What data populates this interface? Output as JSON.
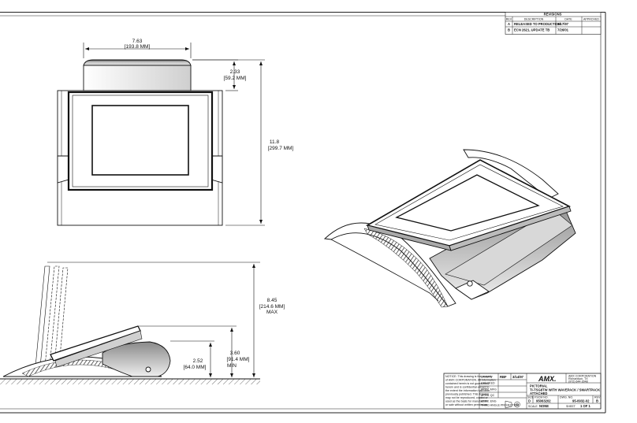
{
  "revisions": {
    "title": "REVISIONS",
    "headers": [
      "REV",
      "DESCRIPTION",
      "DATE",
      "APPROVED"
    ],
    "rows": [
      {
        "rev": "A",
        "description": "RELEASED TO PRODUCTION",
        "date": "3/17/97",
        "approved": ""
      },
      {
        "rev": "B",
        "description": "ECN 2621, UPDATE TB",
        "date": "7/26/01",
        "approved": ""
      }
    ]
  },
  "dimensions": {
    "width_in": "7.63",
    "width_mm": "[193.8 MM]",
    "top_in": "2.33",
    "top_mm": "[59.2 MM]",
    "height_in": "11.8",
    "height_mm": "[299.7 MM]",
    "max_in": "8.45",
    "max_mm": "[214.6 MM]",
    "max_label": "MAX",
    "base_in": "2.52",
    "base_mm": "[64.0 MM]",
    "min_in": "3.60",
    "min_mm": "[91.4 MM]",
    "min_label": "MIN"
  },
  "title_block": {
    "notice": [
      "NOTICE: This drawing is the property",
      "of AMX CORPORATION. All information",
      "contained herein is not guaranteed",
      "herein and is confidential except to",
      "the extent the information has been",
      "previously published. This drawing",
      "may not be reproduced, copied or",
      "used as the basis for manufacture",
      "or sale without written permission."
    ],
    "drawn_label": "DRAWN",
    "drawn_by": "RBF",
    "drawn_date": "3/14/97",
    "checked_label": "CHECKED",
    "appr_label": "APPR. MFG",
    "appr2_label": "APPR. QC",
    "appr3_label": "APPR. ENG",
    "logo": "AMX.",
    "company": [
      "AMX CORPORATION",
      "Richardson, TX",
      "(972) 644-3048"
    ],
    "title_lines": [
      "PICTORIAL",
      "TI-TSG8TW WITH WAVEPACK / SMARTPACK",
      "ATTACHED"
    ],
    "size_label": "SIZE",
    "size": "D",
    "fscm_label": "FSCM NO.",
    "fscm": "95063202",
    "dwg_label": "DWG. NO.",
    "dwg_no": "95-0932-02",
    "rev_label": "REV",
    "rev": "B",
    "tolerance": "THIRD ANGLE PROJECTION",
    "scale_label": "SCALE",
    "scale": "NONE",
    "sheet_label": "SHEET",
    "sheet": "1 OF 1"
  }
}
